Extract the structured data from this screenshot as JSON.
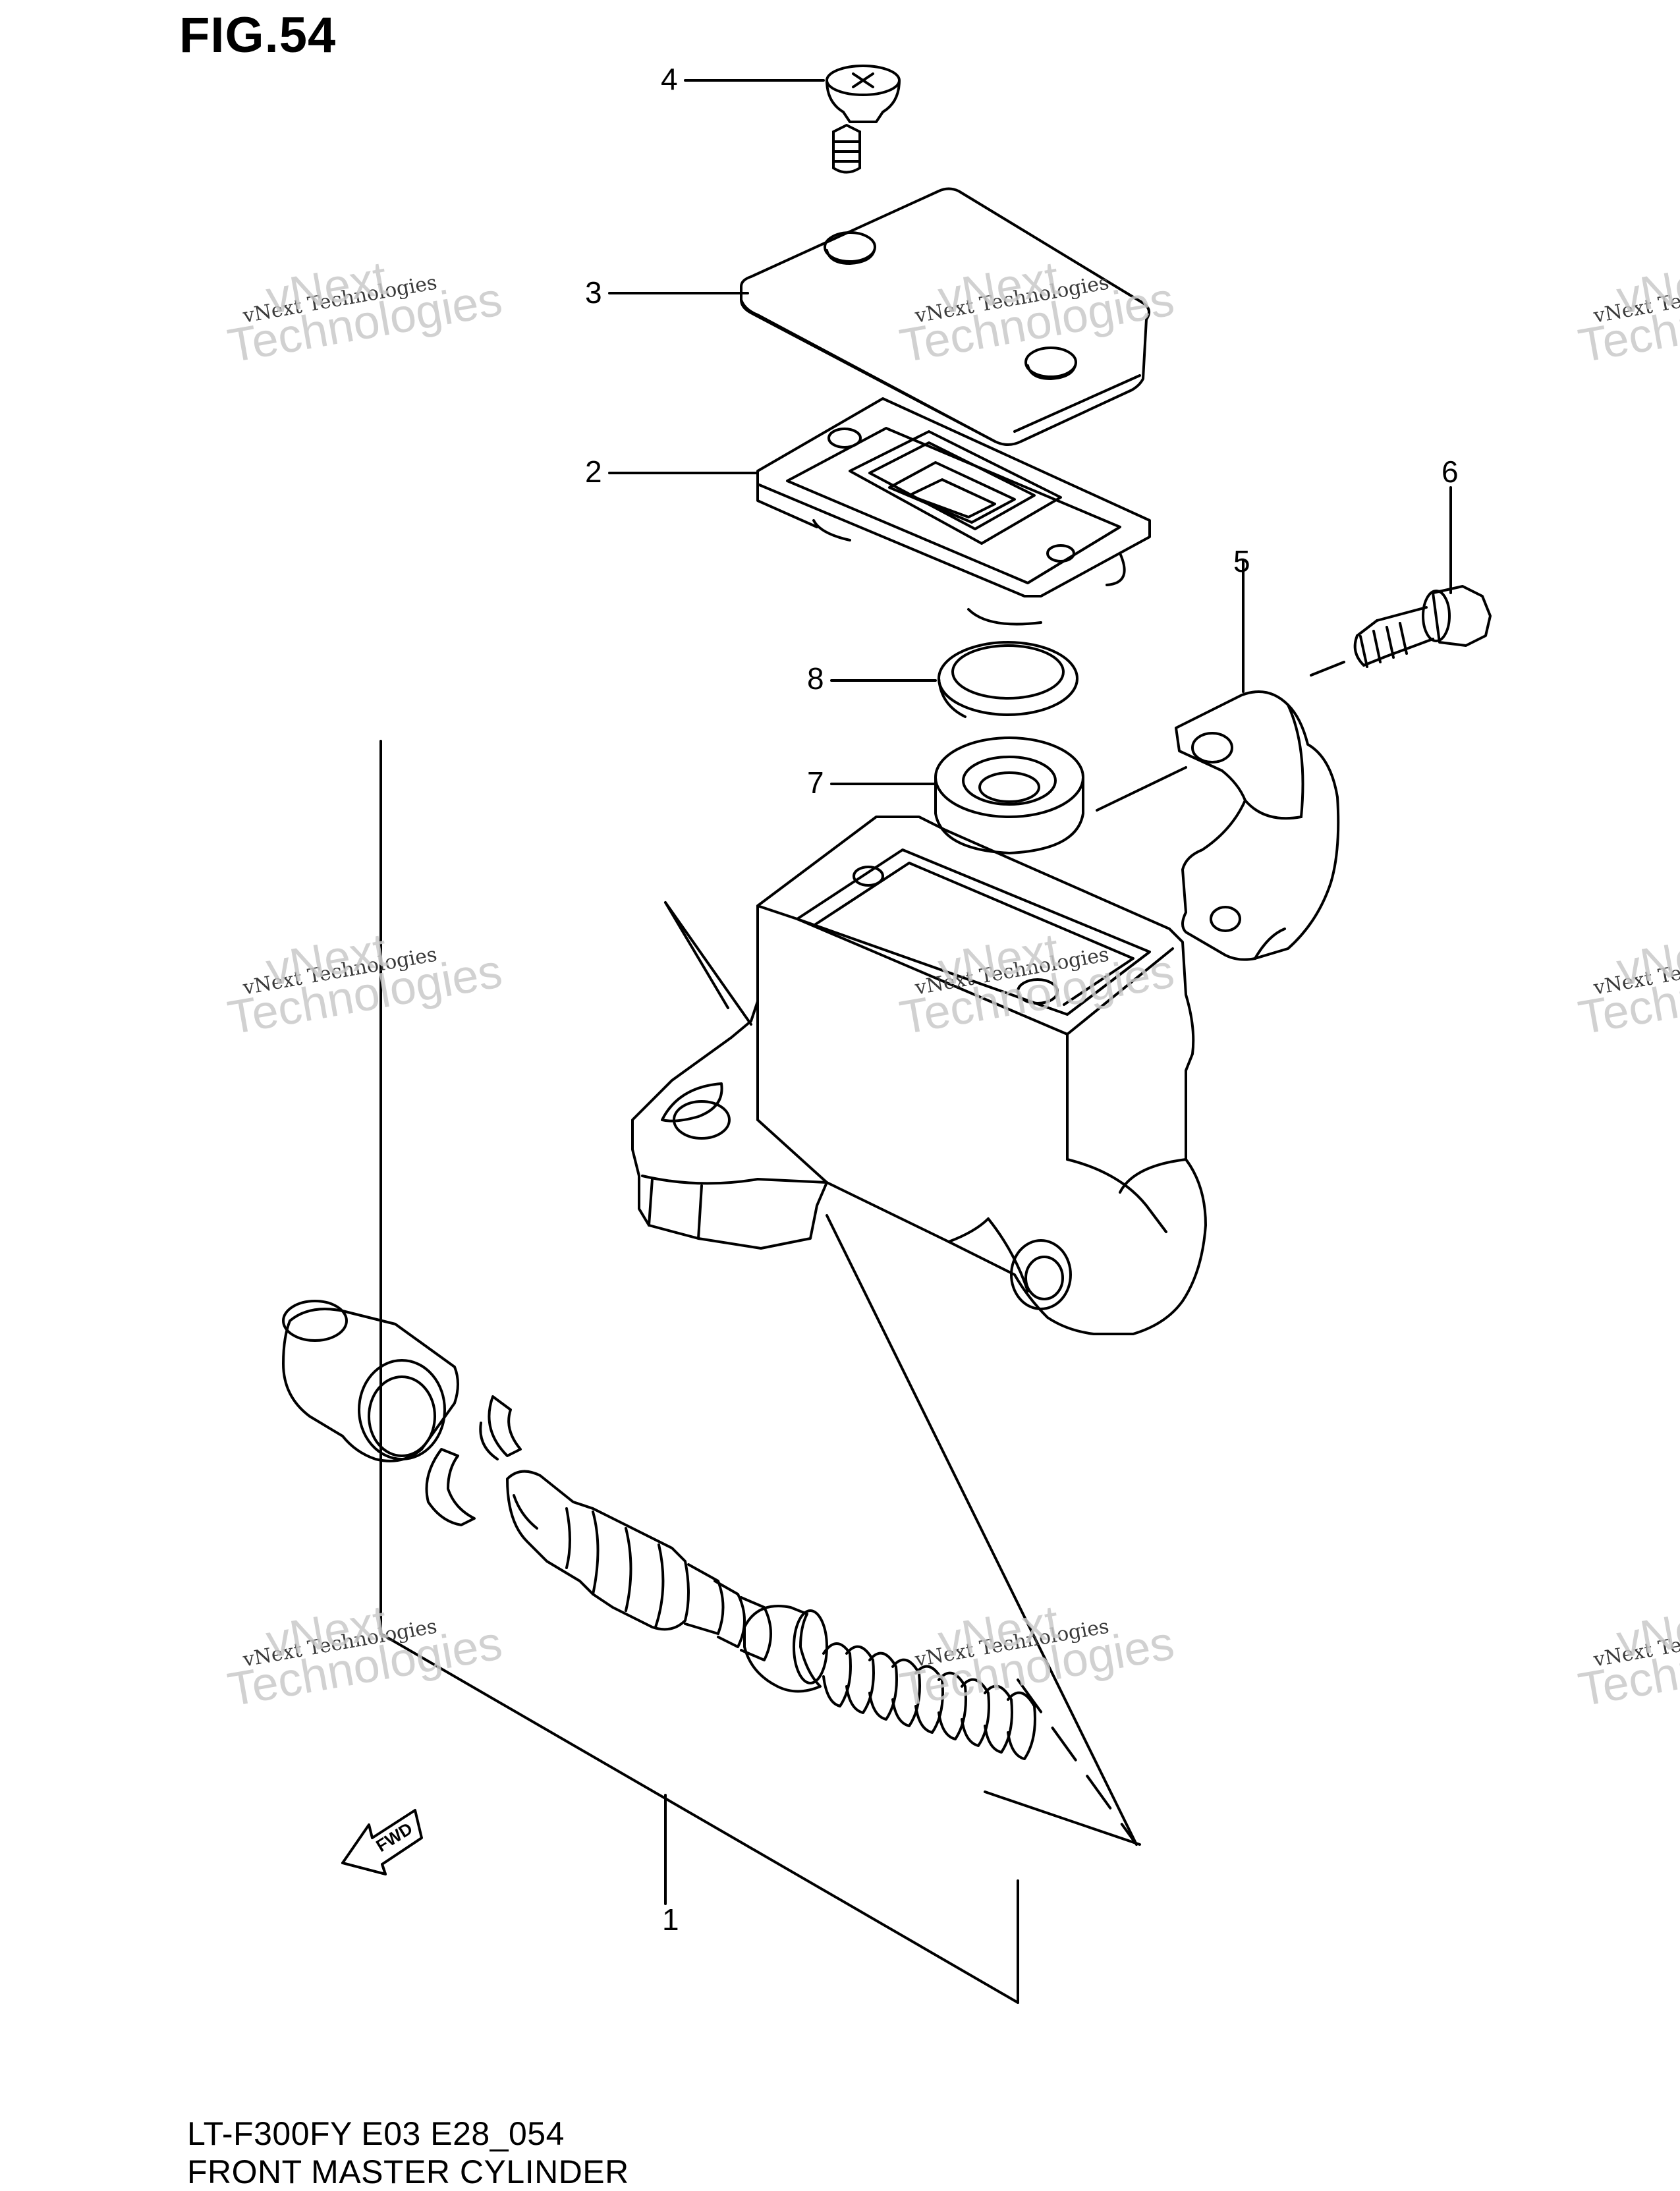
{
  "title": "FIG.54",
  "footer": {
    "model_code": "LT-F300FY E03 E28_054",
    "assembly_name": "FRONT MASTER CYLINDER"
  },
  "callouts": [
    "1",
    "2",
    "3",
    "4",
    "5",
    "6",
    "7",
    "8"
  ],
  "direction_marker": "FWD",
  "watermark": {
    "line1": "vNext",
    "line2": "Technologies",
    "small": "vNext Technologies"
  }
}
